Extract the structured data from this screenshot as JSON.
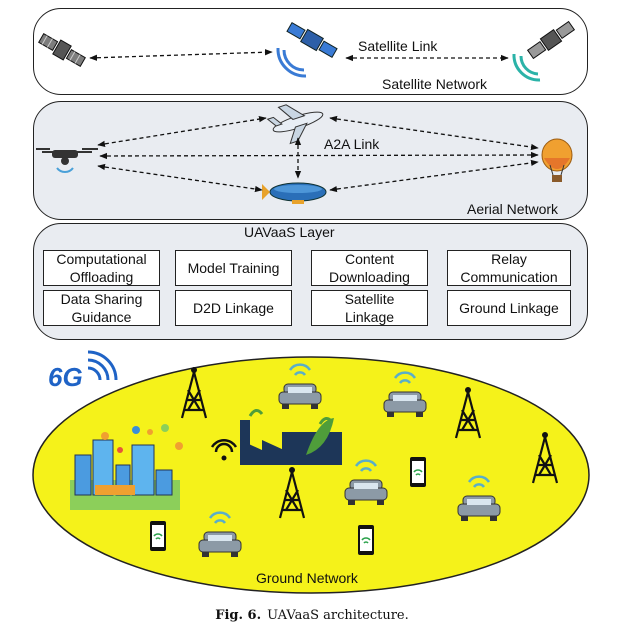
{
  "satellite_network": {
    "link_label": "Satellite Link",
    "network_label": "Satellite Network"
  },
  "aerial_network": {
    "link_label": "A2A Link",
    "network_label": "Aerial Network"
  },
  "uavaas_layer": {
    "title": "UAVaaS Layer",
    "services": [
      "Computational\nOffloading",
      "Model Training",
      "Content\nDownloading",
      "Relay\nCommunication",
      "Data Sharing\nGuidance",
      "D2D Linkage",
      "Satellite\nLinkage",
      "Ground Linkage"
    ]
  },
  "ground_network": {
    "badge": "6G",
    "network_label": "Ground Network"
  },
  "caption": {
    "number": "Fig. 6.",
    "text": "UAVaaS architecture."
  },
  "colors": {
    "ground_fill": "#f5f21a",
    "layer_fill": "#e9ecf1",
    "badge": "#1f63c6",
    "car": "#8c9aa6",
    "signal": "#5aaec8"
  }
}
